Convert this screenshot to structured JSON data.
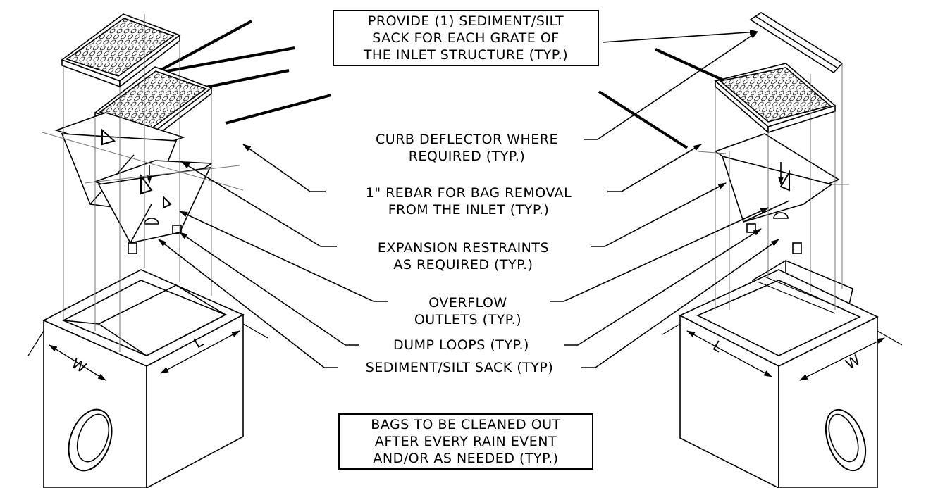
{
  "notes": {
    "top_lines": [
      "PROVIDE (1) SEDIMENT/SILT",
      "SACK FOR EACH GRATE OF",
      "THE INLET STRUCTURE (TYP.)"
    ],
    "bottom_lines": [
      "BAGS TO BE CLEANED OUT",
      "AFTER EVERY RAIN EVENT",
      "AND/OR AS NEEDED (TYP.)"
    ]
  },
  "callouts": {
    "curb_deflector": [
      "CURB DEFLECTOR WHERE",
      "REQUIRED (TYP.)"
    ],
    "rebar": [
      "1\" REBAR FOR BAG REMOVAL",
      "FROM THE INLET (TYP.)"
    ],
    "expansion_restraints": [
      "EXPANSION RESTRAINTS",
      "AS REQUIRED (TYP.)"
    ],
    "overflow_outlets": [
      "OVERFLOW",
      "OUTLETS (TYP.)"
    ],
    "dump_loops": "DUMP LOOPS (TYP.)",
    "sediment_sack": "SEDIMENT/SILT SACK (TYP)"
  },
  "dimensions": {
    "left_width": "W",
    "left_length": "L",
    "right_length": "L",
    "right_width": "W"
  },
  "colors": {
    "line": "#000000",
    "leader": "#777777",
    "background": "#ffffff"
  }
}
